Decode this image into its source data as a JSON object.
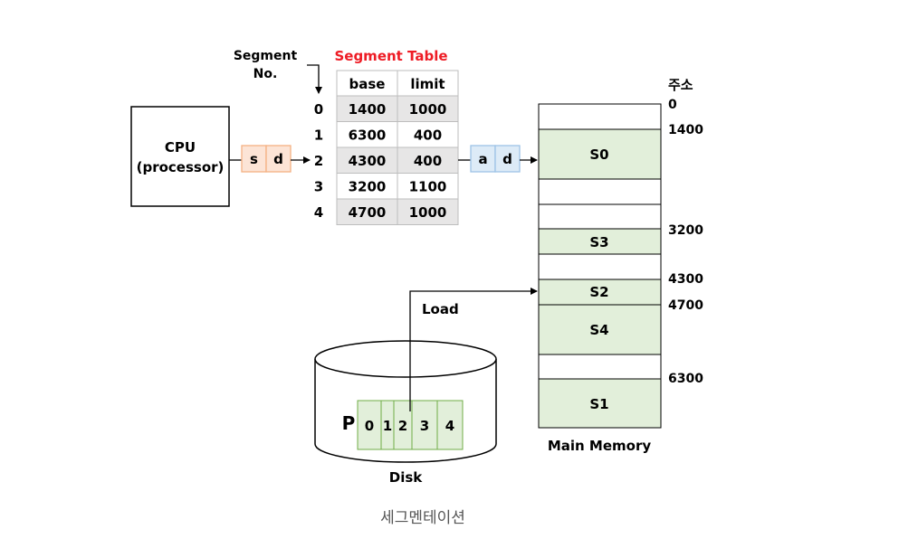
{
  "colors": {
    "green_fill": "#e2efda",
    "green_stroke": "#70ad47",
    "red_fill": "#fce4d6",
    "red_stroke": "#f4b183",
    "blue_fill": "#ddebf7",
    "blue_stroke": "#9dc3e6",
    "gray_fill": "#e7e6e6",
    "title_red": "#ee1c25",
    "line": "#000000"
  },
  "cpu": {
    "line1": "CPU",
    "line2": "(processor)"
  },
  "logical_address": {
    "s": "s",
    "d": "d"
  },
  "physical_address": {
    "a": "a",
    "d": "d"
  },
  "segment_no_label": {
    "line1": "Segment",
    "line2": "No."
  },
  "segment_table": {
    "title": "Segment Table",
    "headers": [
      "base",
      "limit"
    ],
    "rows": [
      {
        "index": "0",
        "base": "1400",
        "limit": "1000",
        "shaded": true
      },
      {
        "index": "1",
        "base": "6300",
        "limit": "400",
        "shaded": false
      },
      {
        "index": "2",
        "base": "4300",
        "limit": "400",
        "shaded": true
      },
      {
        "index": "3",
        "base": "3200",
        "limit": "1100",
        "shaded": false
      },
      {
        "index": "4",
        "base": "4700",
        "limit": "1000",
        "shaded": true
      }
    ]
  },
  "memory": {
    "address_header": "주소",
    "label": "Main Memory",
    "segments": [
      "S0",
      "S3",
      "S2",
      "S4",
      "S1"
    ],
    "addresses": [
      "0",
      "1400",
      "3200",
      "4300",
      "4700",
      "6300"
    ]
  },
  "load_label": "Load",
  "disk": {
    "label": "Disk",
    "process": "P",
    "cells": [
      "0",
      "1",
      "2",
      "3",
      "4"
    ]
  },
  "caption": "세그멘테이션"
}
